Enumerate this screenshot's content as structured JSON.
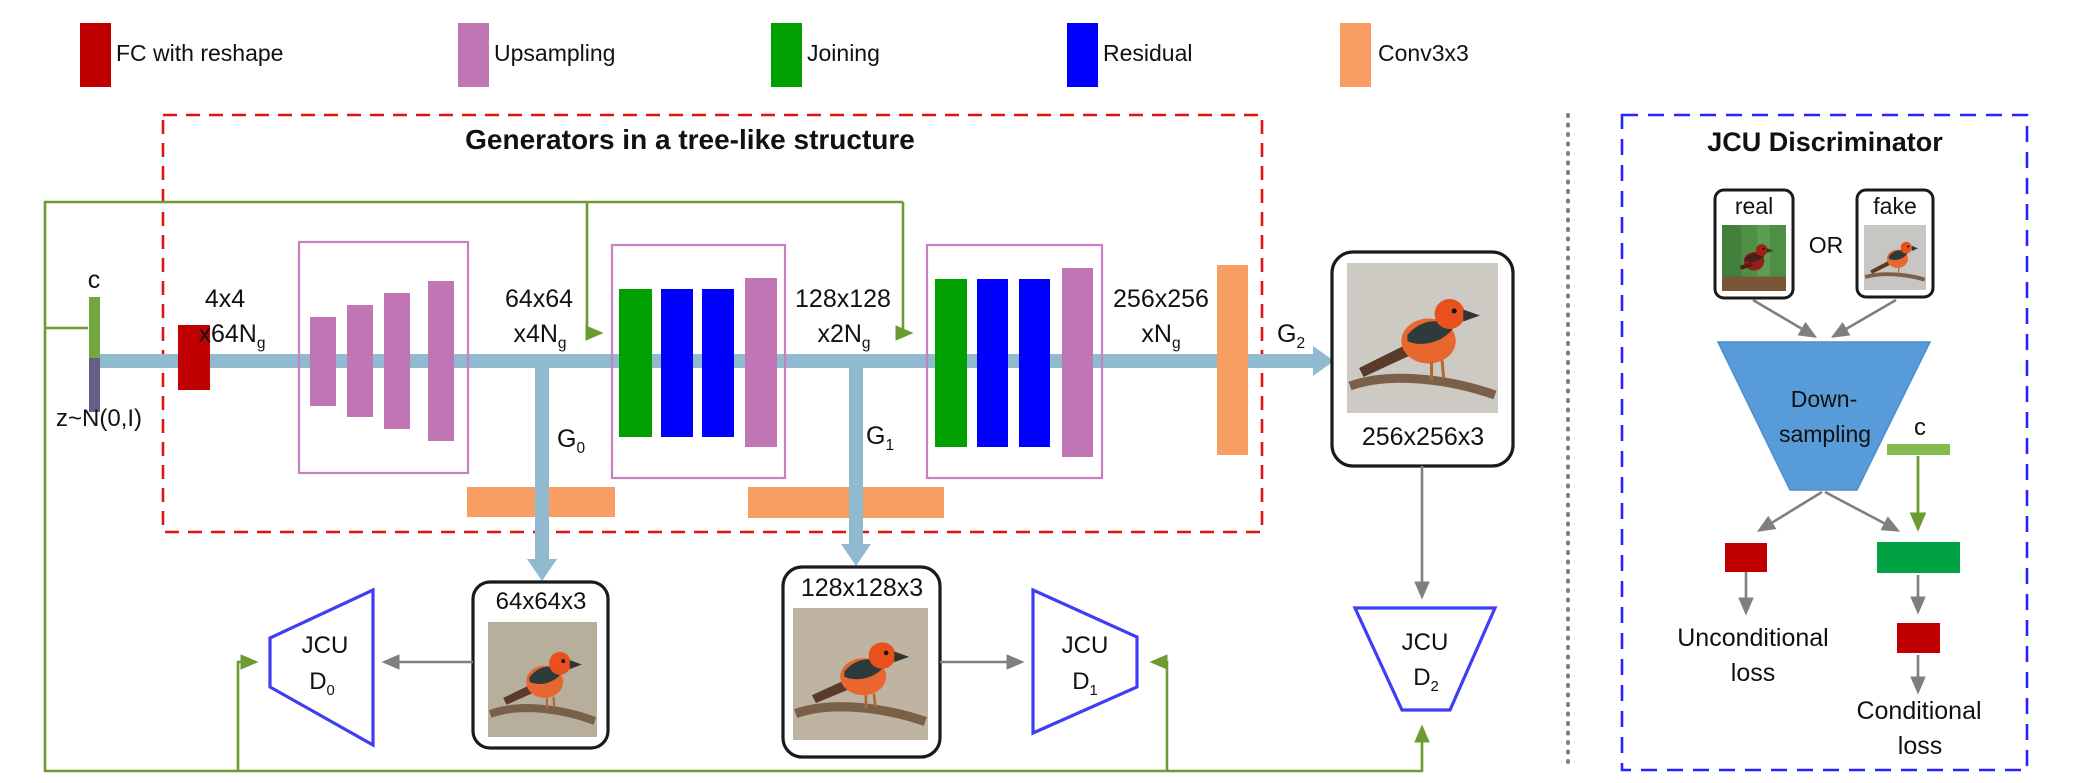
{
  "legend": {
    "items": [
      {
        "label": "FC with reshape",
        "color": "#C00000"
      },
      {
        "label": "Upsampling",
        "color": "#C175B5"
      },
      {
        "label": "Joining",
        "color": "#00A000"
      },
      {
        "label": "Residual",
        "color": "#0000FE"
      },
      {
        "label": "Conv3x3",
        "color": "#F79E63"
      }
    ]
  },
  "gen": {
    "title": "Generators in a tree-like structure",
    "c_label": "c",
    "z_label": "z~N(0,I)",
    "stages": [
      {
        "size": "4x4",
        "mult": "x64N",
        "sub": "g"
      },
      {
        "size": "64x64",
        "mult": "x4N",
        "sub": "g"
      },
      {
        "size": "128x128",
        "mult": "x2N",
        "sub": "g"
      },
      {
        "size": "256x256",
        "mult": "xN",
        "sub": "g"
      }
    ],
    "g_tags": [
      {
        "base": "G",
        "sub": "0"
      },
      {
        "base": "G",
        "sub": "1"
      },
      {
        "base": "G",
        "sub": "2"
      }
    ],
    "outputs": [
      {
        "label": "64x64x3"
      },
      {
        "label": "128x128x3"
      },
      {
        "label": "256x256x3"
      }
    ]
  },
  "disc": [
    {
      "jcu": "JCU",
      "base": "D",
      "sub": "0"
    },
    {
      "jcu": "JCU",
      "base": "D",
      "sub": "1"
    },
    {
      "jcu": "JCU",
      "base": "D",
      "sub": "2"
    }
  ],
  "jcu": {
    "title": "JCU Discriminator",
    "real_label": "real",
    "fake_label": "fake",
    "or_label": "OR",
    "down1": "Down-",
    "down2": "sampling",
    "c_label": "c",
    "uncond1": "Unconditional",
    "uncond2": "loss",
    "cond1": "Conditional",
    "cond2": "loss"
  },
  "colors": {
    "fc_block": "#C00000",
    "upsampling": "#C175B5",
    "joining": "#00A000",
    "residual": "#0000FE",
    "conv3x3": "#F79E63",
    "flow_arrow": "#8FBACF",
    "condition_wire": "#6B9B31",
    "c_vector": "#70A83F",
    "z_vector": "#655E88",
    "panel_c_vector": "#86BB4F",
    "generator_box_border": "#E01212",
    "group_box_border": "#C97FC3",
    "jcu_panel_border": "#2424FF",
    "discriminator_outline": "#3E3EF4",
    "downsampling_fill": "#579BD8",
    "conditional_join_block": "#00A244",
    "gray_arrow": "#7F7F7F"
  }
}
